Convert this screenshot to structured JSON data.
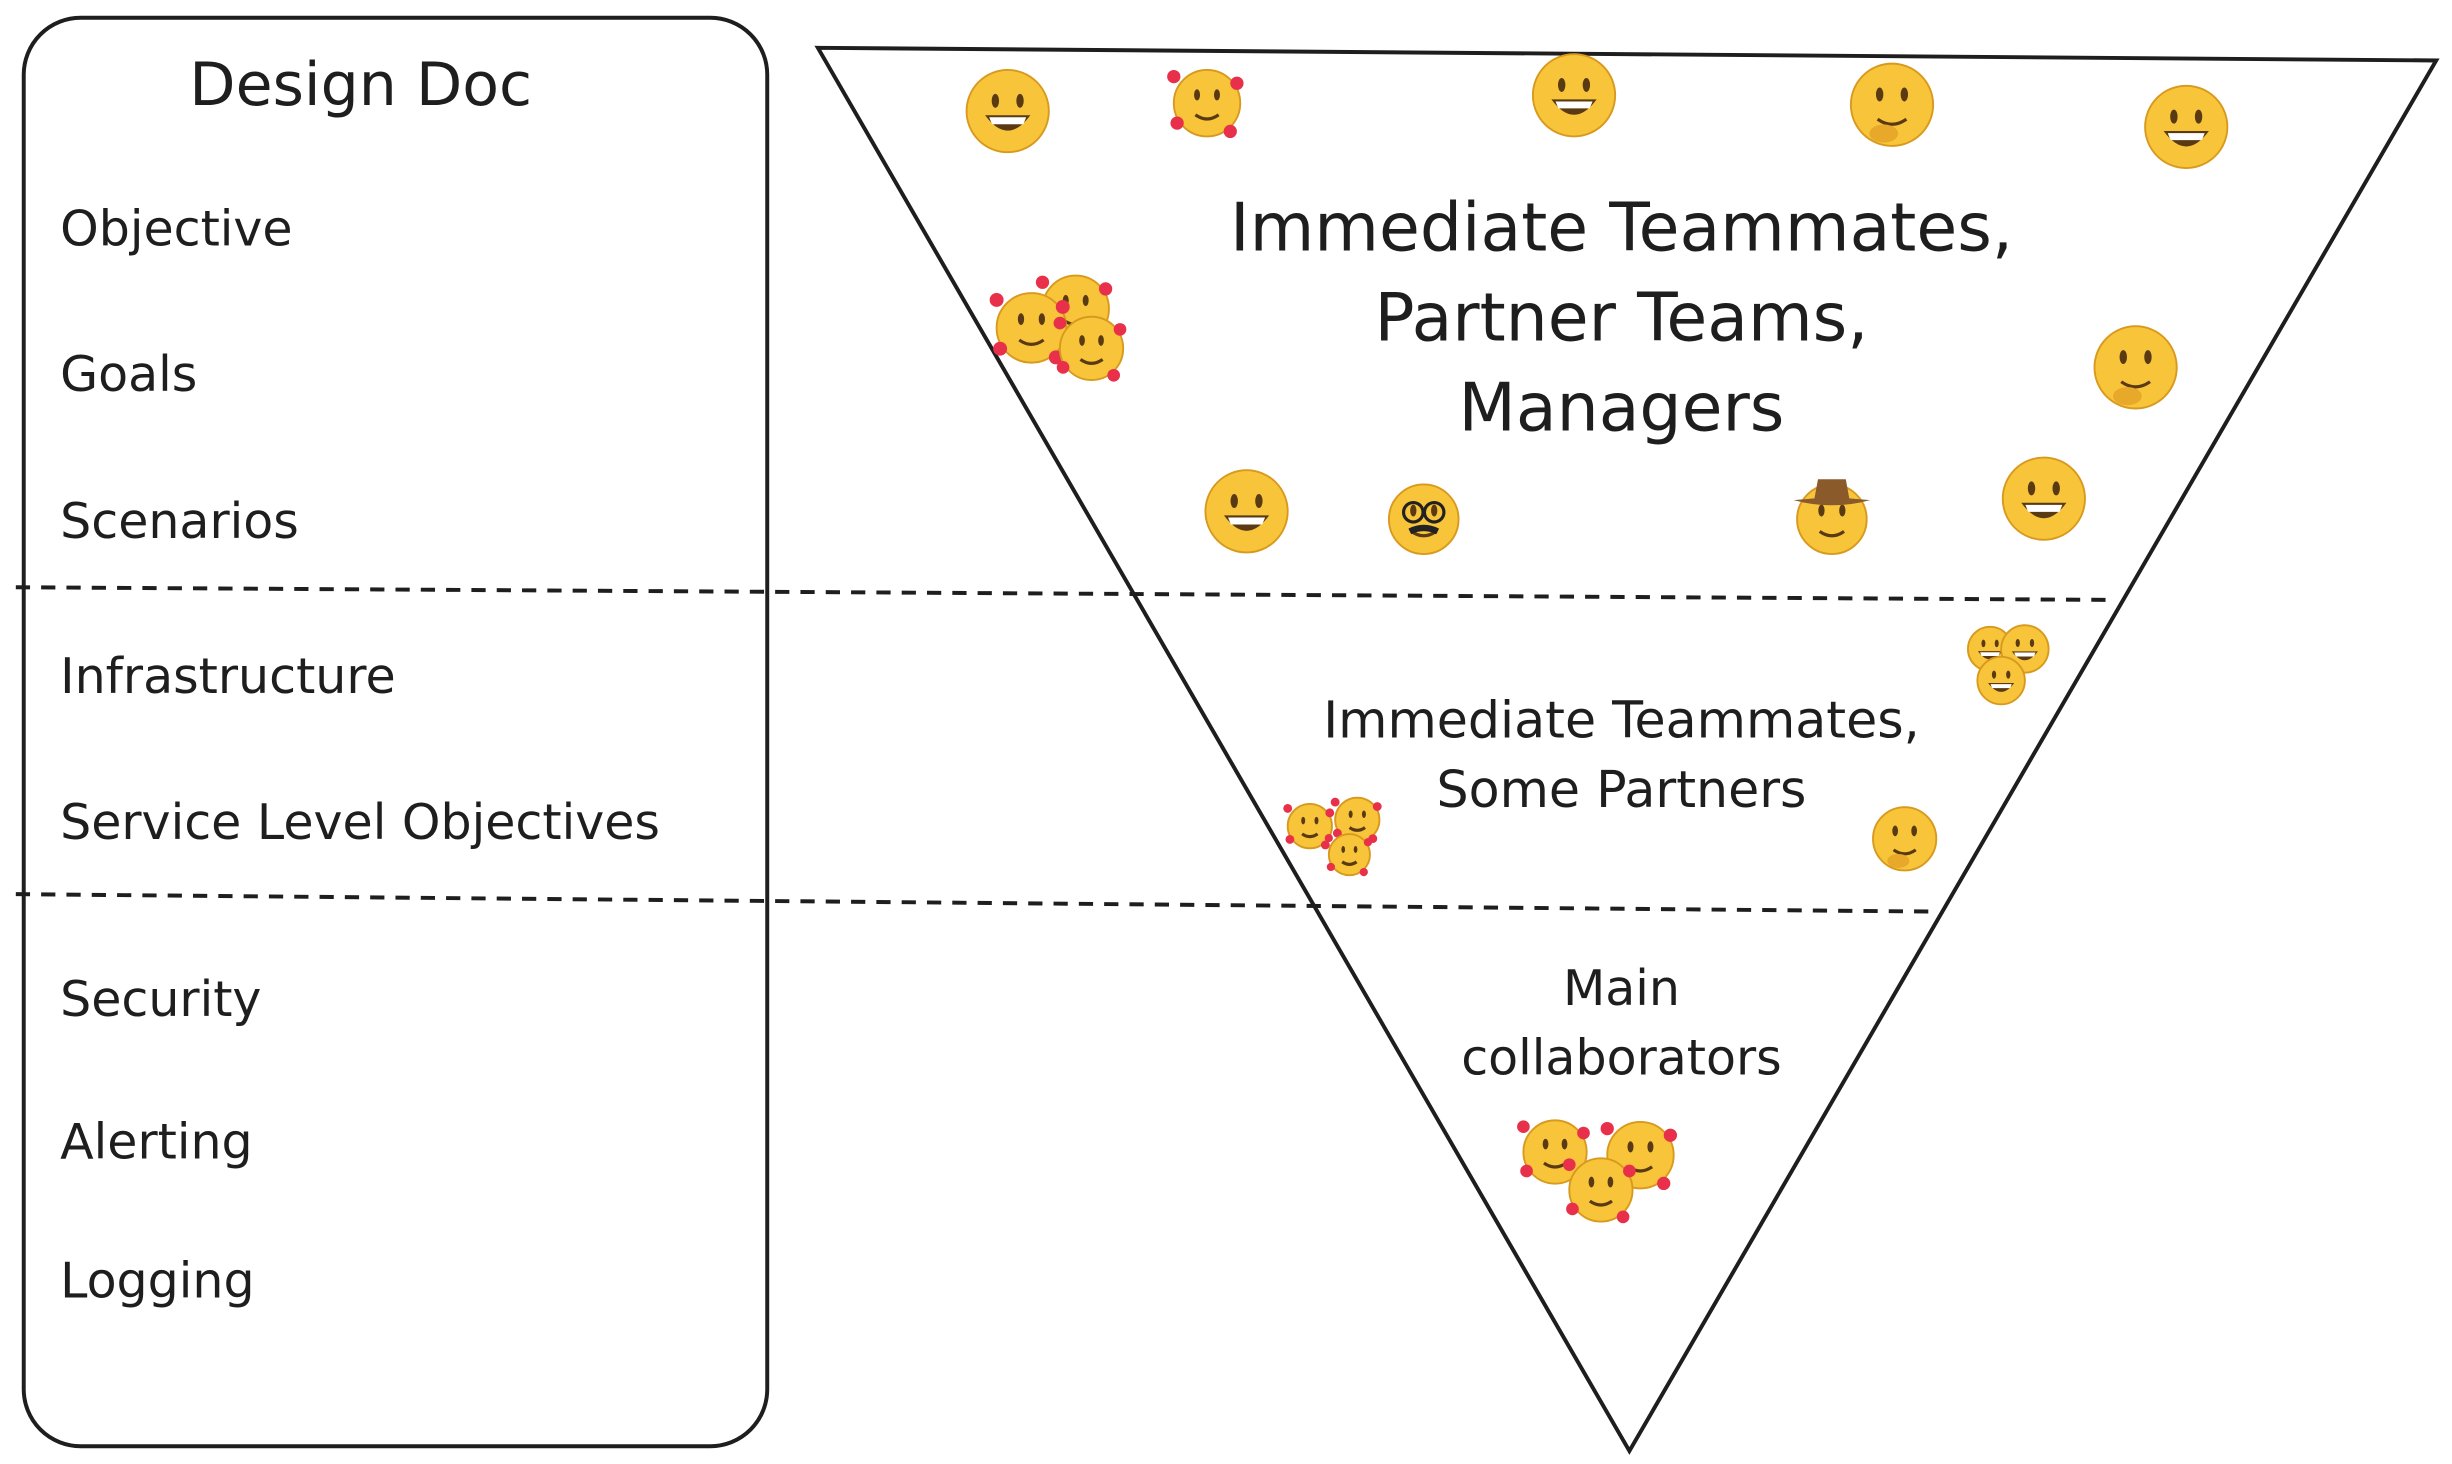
{
  "design_doc": {
    "title": "Design Doc",
    "sections": [
      "Objective",
      "Goals",
      "Scenarios",
      "Infrastructure",
      "Service Level Objectives",
      "Security",
      "Alerting",
      "Logging"
    ]
  },
  "pyramid": {
    "top_tier": [
      "Immediate Teammates,",
      "Partner Teams,",
      "Managers"
    ],
    "middle_tier": [
      "Immediate Teammates,",
      "Some Partners"
    ],
    "bottom_tier": [
      "Main",
      "collaborators"
    ]
  },
  "emoji_icons": [
    "grinning-face-icon",
    "smiling-face-with-hearts-icon",
    "thinking-face-icon",
    "disguised-face-icon",
    "cowboy-face-icon"
  ],
  "colors": {
    "stroke": "#1e1e1e",
    "emoji_yellow": "#f8c43a",
    "heart": "#e8304a"
  }
}
